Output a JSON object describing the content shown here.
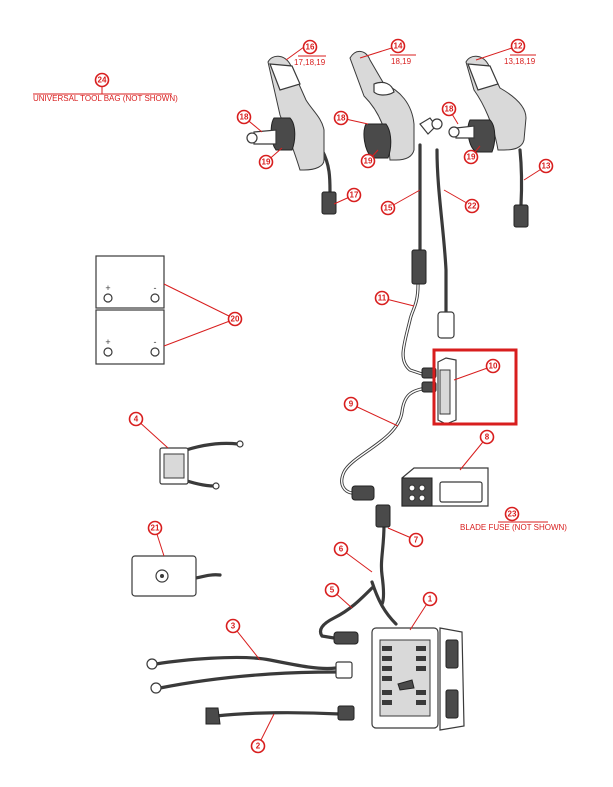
{
  "callouts": [
    {
      "id": "c1",
      "number": "1",
      "sub": ""
    },
    {
      "id": "c2",
      "number": "2",
      "sub": ""
    },
    {
      "id": "c3",
      "number": "3",
      "sub": ""
    },
    {
      "id": "c4",
      "number": "4",
      "sub": ""
    },
    {
      "id": "c5",
      "number": "5",
      "sub": ""
    },
    {
      "id": "c6",
      "number": "6",
      "sub": ""
    },
    {
      "id": "c7",
      "number": "7",
      "sub": ""
    },
    {
      "id": "c8",
      "number": "8",
      "sub": ""
    },
    {
      "id": "c9",
      "number": "9",
      "sub": ""
    },
    {
      "id": "c10",
      "number": "10",
      "sub": ""
    },
    {
      "id": "c11",
      "number": "11",
      "sub": ""
    },
    {
      "id": "c12",
      "number": "12",
      "sub": "13,18,19"
    },
    {
      "id": "c13",
      "number": "13",
      "sub": ""
    },
    {
      "id": "c14",
      "number": "14",
      "sub": "18,19"
    },
    {
      "id": "c15",
      "number": "15",
      "sub": ""
    },
    {
      "id": "c16",
      "number": "16",
      "sub": "17,18,19"
    },
    {
      "id": "c17",
      "number": "17",
      "sub": ""
    },
    {
      "id": "c18a",
      "number": "18",
      "sub": ""
    },
    {
      "id": "c18b",
      "number": "18",
      "sub": ""
    },
    {
      "id": "c18c",
      "number": "18",
      "sub": ""
    },
    {
      "id": "c19a",
      "number": "19",
      "sub": ""
    },
    {
      "id": "c19b",
      "number": "19",
      "sub": ""
    },
    {
      "id": "c19c",
      "number": "19",
      "sub": ""
    },
    {
      "id": "c20",
      "number": "20",
      "sub": ""
    },
    {
      "id": "c21",
      "number": "21",
      "sub": ""
    },
    {
      "id": "c22",
      "number": "22",
      "sub": ""
    },
    {
      "id": "c23",
      "number": "23",
      "sub": ""
    },
    {
      "id": "c24",
      "number": "24",
      "sub": ""
    }
  ],
  "notes": {
    "tool_bag": "UNIVERSAL TOOL BAG (NOT SHOWN)",
    "blade_fuse": "BLADE FUSE (NOT SHOWN)"
  },
  "battery_marks": {
    "plus": "+",
    "minus": "-"
  },
  "highlight": {
    "target": "10",
    "color": "#d81e1e"
  },
  "colors": {
    "callout": "#d81e1e",
    "line_art": "#3a3a3a"
  }
}
